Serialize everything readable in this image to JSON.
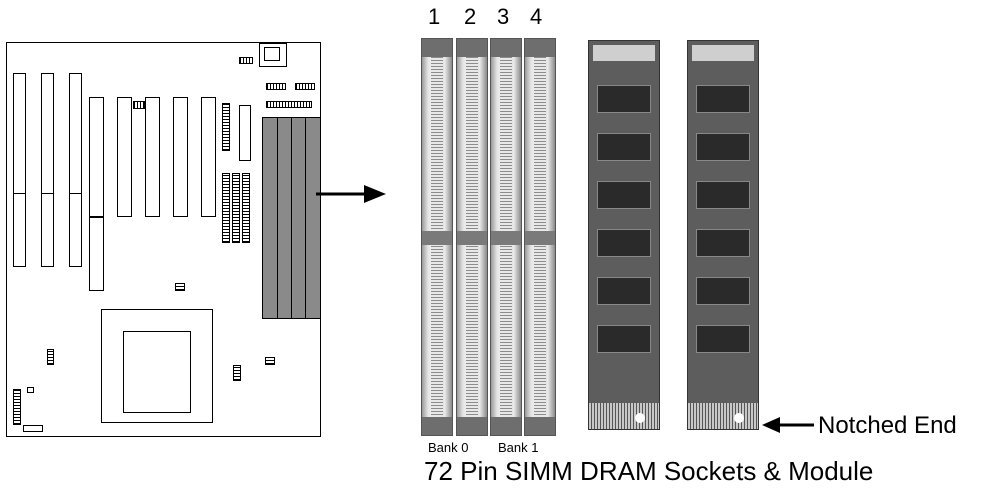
{
  "socket_numbers": [
    "1",
    "2",
    "3",
    "4"
  ],
  "bank_labels": [
    "Bank 0",
    "Bank 1"
  ],
  "notched_label": "Notched End",
  "caption": "72 Pin SIMM DRAM Sockets & Module",
  "colors": {
    "simm_bank": "#8a8a8a",
    "outline": "#000000"
  },
  "icons": [
    "arrow-right-icon",
    "arrow-left-icon"
  ]
}
